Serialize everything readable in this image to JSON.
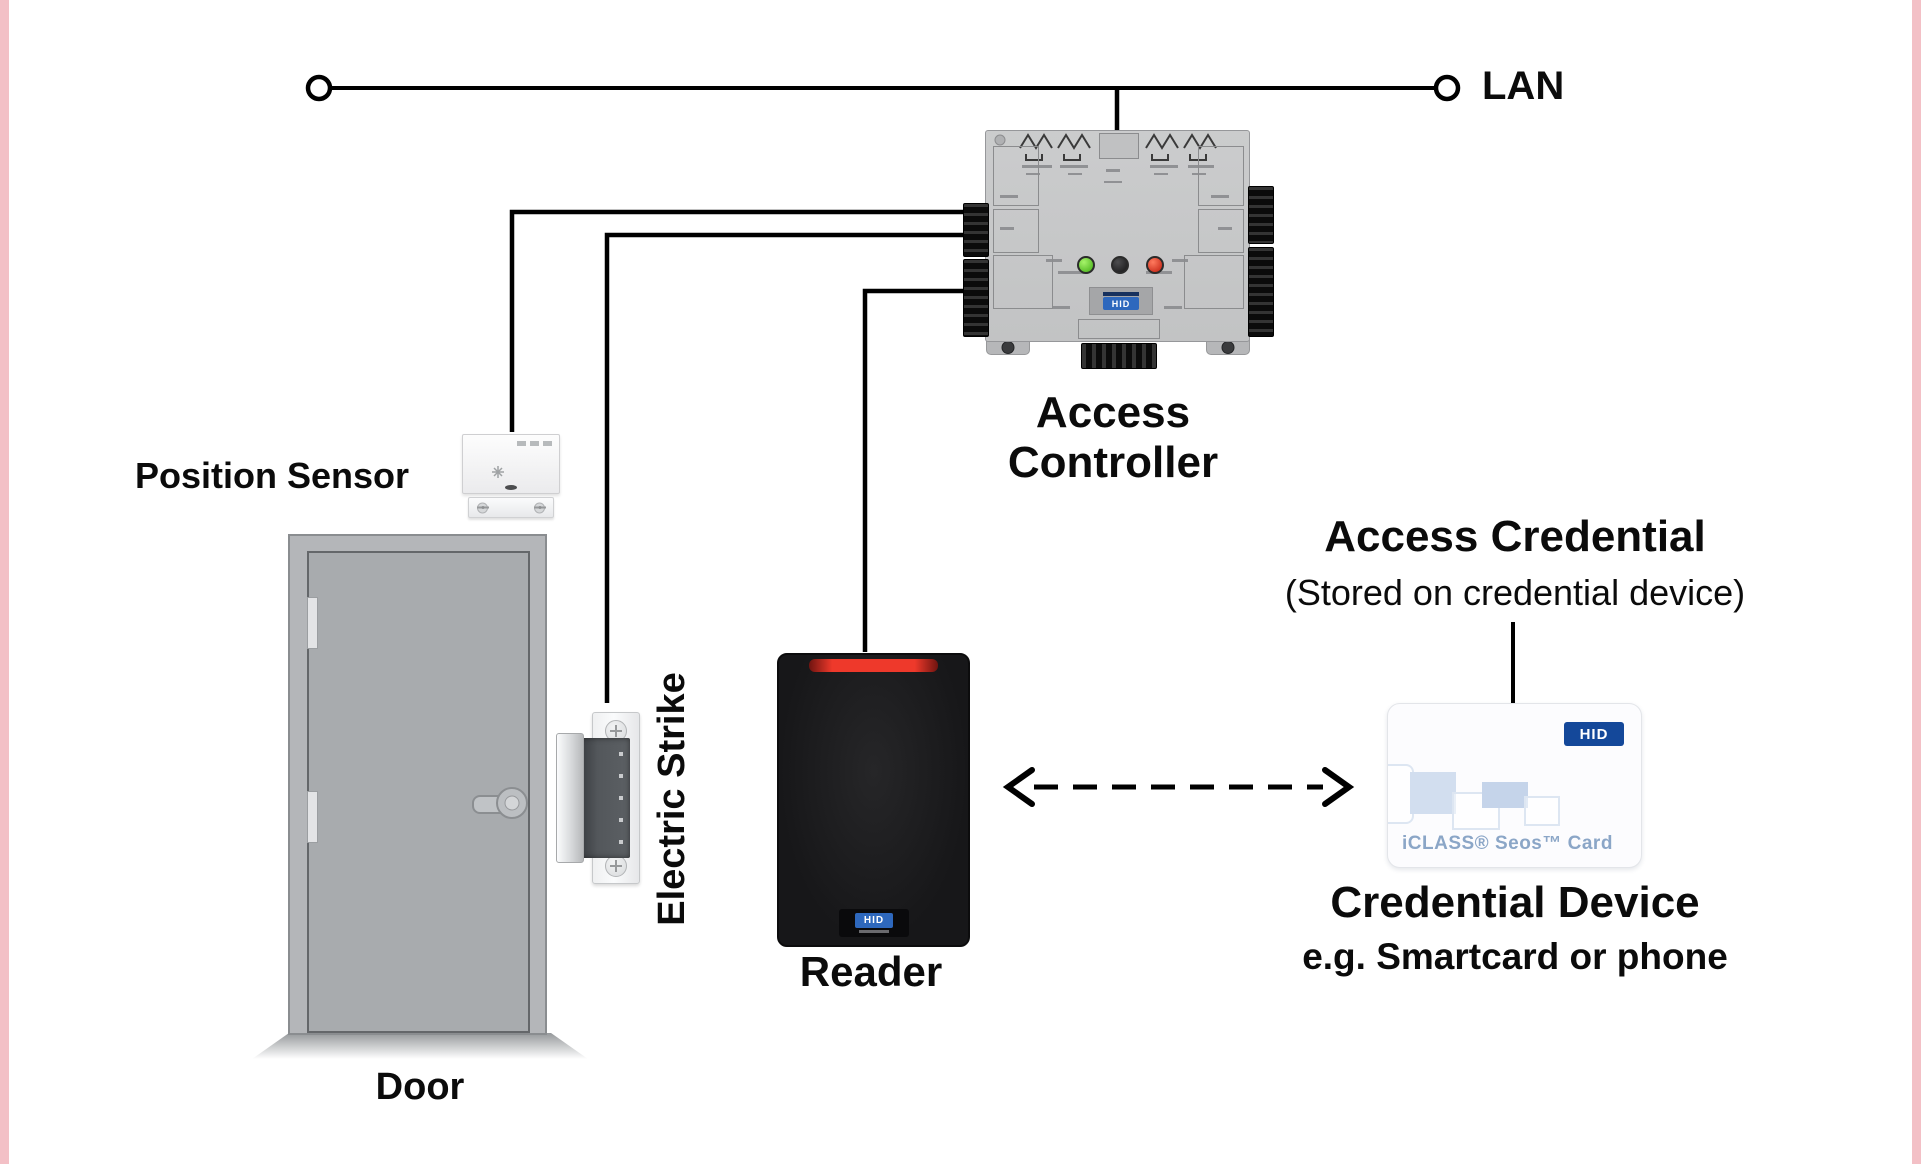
{
  "lan": {
    "label": "LAN"
  },
  "access_controller": {
    "label_line1": "Access",
    "label_line2": "Controller",
    "logo_text": "HID"
  },
  "position_sensor": {
    "label": "Position Sensor"
  },
  "door": {
    "label": "Door"
  },
  "electric_strike": {
    "label": "Electric Strike"
  },
  "reader": {
    "label": "Reader",
    "logo_text": "HID"
  },
  "credential": {
    "heading": "Access Credential",
    "subheading": "(Stored on credential device)",
    "device_heading": "Credential Device",
    "device_subheading": "e.g. Smartcard or phone",
    "card_label": "iCLASS® Seos™ Card",
    "card_logo_text": "HID"
  },
  "colors": {
    "wire": "#000000",
    "edge_strip": "#f3c0c6",
    "reader_red_bar": "#ee392b",
    "hid_logo_blue": "#2e68bd",
    "card_badge_blue": "#14489a",
    "card_label_blue": "#8ba6c7",
    "led_green": "#41ad14",
    "led_red": "#bf1d0e"
  }
}
